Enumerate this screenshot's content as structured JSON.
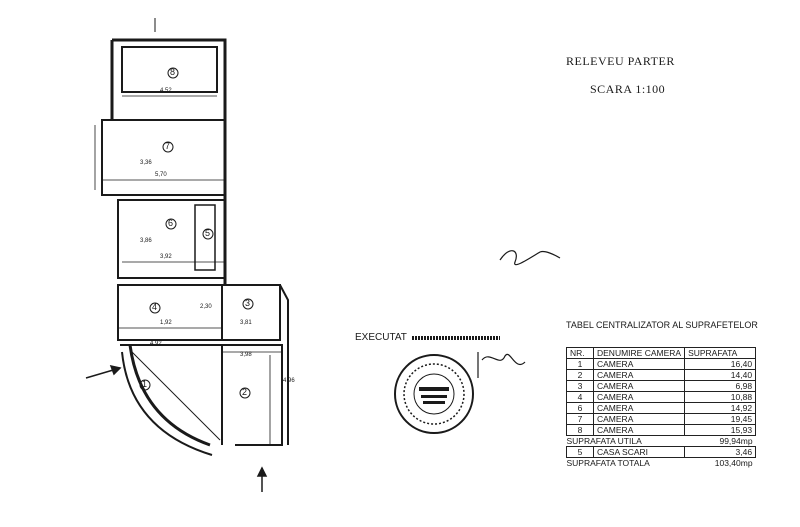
{
  "header": {
    "title": "RELEVEU PARTER",
    "scale": "SCARA  1:100"
  },
  "executed_label": "EXECUTAT",
  "table": {
    "title": "TABEL CENTRALIZATOR AL SUPRAFETELOR",
    "headers": [
      "NR.",
      "DENUMIRE CAMERA",
      "SUPRAFATA"
    ],
    "rows": [
      {
        "nr": "1",
        "name": "CAMERA",
        "area": "16,40"
      },
      {
        "nr": "2",
        "name": "CAMERA",
        "area": "14,40"
      },
      {
        "nr": "3",
        "name": "CAMERA",
        "area": "6,98"
      },
      {
        "nr": "4",
        "name": "CAMERA",
        "area": "10,88"
      },
      {
        "nr": "6",
        "name": "CAMERA",
        "area": "14,92"
      },
      {
        "nr": "7",
        "name": "CAMERA",
        "area": "19,45"
      },
      {
        "nr": "8",
        "name": "CAMERA",
        "area": "15,93"
      }
    ],
    "useful_label": "SUPRAFATA UTILA",
    "useful_value": "99,94mp",
    "stair_row": {
      "nr": "5",
      "name": "CASA SCARI",
      "area": "3,46"
    },
    "total_label": "SUPRAFATA TOTALA",
    "total_value": "103,40mp"
  },
  "plan": {
    "room_numbers": [
      "1",
      "2",
      "3",
      "4",
      "5",
      "6",
      "7",
      "8"
    ],
    "dimensions": [
      "4,52",
      "5,70",
      "3,92",
      "3,81",
      "4,92",
      "1,92",
      "3,86",
      "4,96",
      "3,36",
      "3,98",
      "2,30"
    ]
  },
  "colors": {
    "ink": "#1a1a1a",
    "paper": "#ffffff"
  }
}
